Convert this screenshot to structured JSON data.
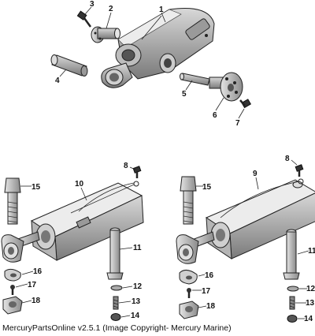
{
  "callouts": {
    "c1": "1",
    "c2": "2",
    "c3": "3",
    "c4": "4",
    "c5": "5",
    "c6": "6",
    "c7": "7",
    "c8a": "8",
    "c8b": "8",
    "c9": "9",
    "c10": "10",
    "c11a": "11",
    "c11b": "11",
    "c12a": "12",
    "c12b": "12",
    "c13a": "13",
    "c13b": "13",
    "c14a": "14",
    "c14b": "14",
    "c15a": "15",
    "c15b": "15",
    "c16a": "16",
    "c16b": "16",
    "c17a": "17",
    "c17b": "17",
    "c18a": "18",
    "c18b": "18"
  },
  "footer": "MercuryPartsOnline v2.5.1 (Image Copyright- Mercury Marine)"
}
